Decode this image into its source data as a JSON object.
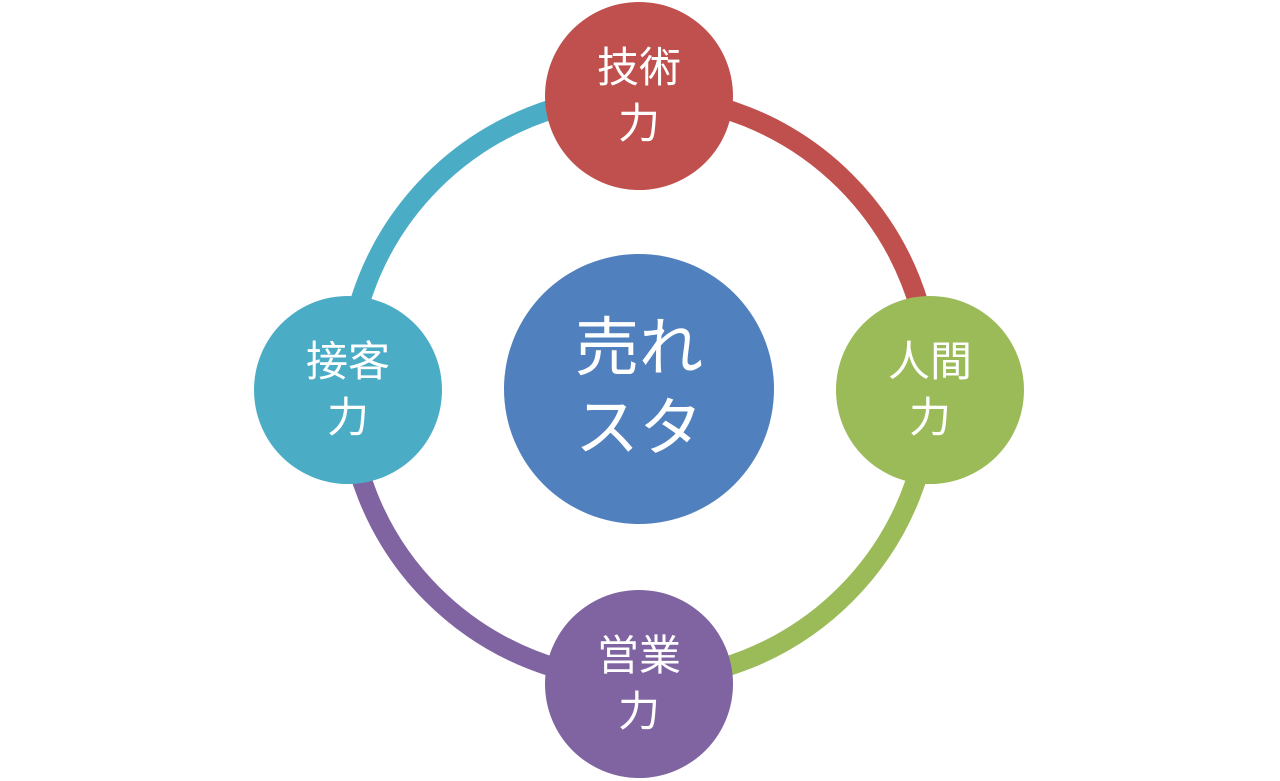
{
  "diagram": {
    "center": {
      "lines": [
        "売れ",
        "スタ"
      ],
      "color": "#5080bd"
    },
    "nodes": [
      {
        "id": "top",
        "lines": [
          "技術",
          "力"
        ],
        "color": "#c0504d"
      },
      {
        "id": "right",
        "lines": [
          "人間",
          "力"
        ],
        "color": "#9bbb59"
      },
      {
        "id": "bottom",
        "lines": [
          "営業",
          "力"
        ],
        "color": "#8064a2"
      },
      {
        "id": "left",
        "lines": [
          "接客",
          "力"
        ],
        "color": "#4bacc6"
      }
    ],
    "arcs": [
      {
        "from": "top",
        "to": "right",
        "color": "#c0504d"
      },
      {
        "from": "right",
        "to": "bottom",
        "color": "#9bbb59"
      },
      {
        "from": "bottom",
        "to": "left",
        "color": "#8064a2"
      },
      {
        "from": "left",
        "to": "top",
        "color": "#4bacc6"
      }
    ]
  }
}
